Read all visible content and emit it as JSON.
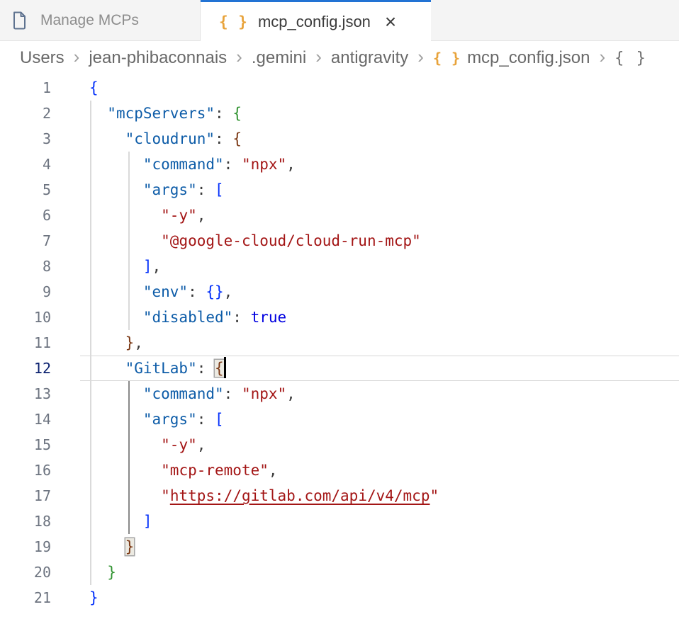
{
  "tabs": {
    "manage": {
      "label": "Manage MCPs",
      "icon": "file-outline-icon"
    },
    "active": {
      "label": "mcp_config.json",
      "icon_braces": "{ }",
      "close_glyph": "×"
    }
  },
  "breadcrumb": {
    "separator": "›",
    "items": [
      {
        "label": "Users"
      },
      {
        "label": "jean-phibaconnais"
      },
      {
        "label": ".gemini"
      },
      {
        "label": "antigravity"
      },
      {
        "label": "mcp_config.json",
        "braces_icon": "{ }"
      },
      {
        "symbol": "{ }"
      }
    ]
  },
  "colors": {
    "active_tab_accent": "#2273d4",
    "json_icon_orange": "#e8a33b",
    "key_blue": "#0d5ca8",
    "string_red": "#a31515",
    "keyword_blue": "#0000e0",
    "bracket_level1": "#0431fa",
    "bracket_level2": "#319331",
    "bracket_level3": "#7b3814",
    "active_line_number": "#0b216f"
  },
  "editor": {
    "active_line": 12,
    "lines": [
      {
        "n": 1,
        "indent": 0,
        "guides": [],
        "tokens": [
          {
            "c": "b1",
            "t": "{"
          }
        ]
      },
      {
        "n": 2,
        "indent": 2,
        "guides": [
          {
            "col": 0
          }
        ],
        "tokens": [
          {
            "c": "key",
            "t": "\"mcpServers\""
          },
          {
            "c": "punc",
            "t": ": "
          },
          {
            "c": "b2",
            "t": "{"
          }
        ]
      },
      {
        "n": 3,
        "indent": 4,
        "guides": [
          {
            "col": 0
          }
        ],
        "tokens": [
          {
            "c": "key",
            "t": "\"cloudrun\""
          },
          {
            "c": "punc",
            "t": ": "
          },
          {
            "c": "b3",
            "t": "{"
          }
        ]
      },
      {
        "n": 4,
        "indent": 6,
        "guides": [
          {
            "col": 0
          },
          {
            "col": 4
          }
        ],
        "tokens": [
          {
            "c": "key",
            "t": "\"command\""
          },
          {
            "c": "punc",
            "t": ": "
          },
          {
            "c": "str",
            "t": "\"npx\""
          },
          {
            "c": "punc",
            "t": ","
          }
        ]
      },
      {
        "n": 5,
        "indent": 6,
        "guides": [
          {
            "col": 0
          },
          {
            "col": 4
          }
        ],
        "tokens": [
          {
            "c": "key",
            "t": "\"args\""
          },
          {
            "c": "punc",
            "t": ": "
          },
          {
            "c": "b1",
            "t": "["
          }
        ]
      },
      {
        "n": 6,
        "indent": 8,
        "guides": [
          {
            "col": 0
          },
          {
            "col": 4
          }
        ],
        "tokens": [
          {
            "c": "str",
            "t": "\"-y\""
          },
          {
            "c": "punc",
            "t": ","
          }
        ]
      },
      {
        "n": 7,
        "indent": 8,
        "guides": [
          {
            "col": 0
          },
          {
            "col": 4
          }
        ],
        "tokens": [
          {
            "c": "str",
            "t": "\"@google-cloud/cloud-run-mcp\""
          }
        ]
      },
      {
        "n": 8,
        "indent": 6,
        "guides": [
          {
            "col": 0
          },
          {
            "col": 4
          }
        ],
        "tokens": [
          {
            "c": "b1",
            "t": "]"
          },
          {
            "c": "punc",
            "t": ","
          }
        ]
      },
      {
        "n": 9,
        "indent": 6,
        "guides": [
          {
            "col": 0
          },
          {
            "col": 4
          }
        ],
        "tokens": [
          {
            "c": "key",
            "t": "\"env\""
          },
          {
            "c": "punc",
            "t": ": "
          },
          {
            "c": "b1",
            "t": "{}"
          },
          {
            "c": "punc",
            "t": ","
          }
        ]
      },
      {
        "n": 10,
        "indent": 6,
        "guides": [
          {
            "col": 0
          },
          {
            "col": 4
          }
        ],
        "tokens": [
          {
            "c": "key",
            "t": "\"disabled\""
          },
          {
            "c": "punc",
            "t": ": "
          },
          {
            "c": "kw",
            "t": "true"
          }
        ]
      },
      {
        "n": 11,
        "indent": 4,
        "guides": [
          {
            "col": 0
          }
        ],
        "tokens": [
          {
            "c": "b3",
            "t": "}"
          },
          {
            "c": "punc",
            "t": ","
          }
        ]
      },
      {
        "n": 12,
        "indent": 4,
        "current": true,
        "guides": [
          {
            "col": 0
          }
        ],
        "tokens": [
          {
            "c": "key",
            "t": "\"GitLab\""
          },
          {
            "c": "punc",
            "t": ": "
          },
          {
            "c": "b3",
            "t": "{",
            "match": true
          },
          {
            "cursor": true
          }
        ]
      },
      {
        "n": 13,
        "indent": 6,
        "guides": [
          {
            "col": 0
          },
          {
            "col": 4,
            "active": true
          }
        ],
        "tokens": [
          {
            "c": "key",
            "t": "\"command\""
          },
          {
            "c": "punc",
            "t": ": "
          },
          {
            "c": "str",
            "t": "\"npx\""
          },
          {
            "c": "punc",
            "t": ","
          }
        ]
      },
      {
        "n": 14,
        "indent": 6,
        "guides": [
          {
            "col": 0
          },
          {
            "col": 4,
            "active": true
          }
        ],
        "tokens": [
          {
            "c": "key",
            "t": "\"args\""
          },
          {
            "c": "punc",
            "t": ": "
          },
          {
            "c": "b1",
            "t": "["
          }
        ]
      },
      {
        "n": 15,
        "indent": 8,
        "guides": [
          {
            "col": 0
          },
          {
            "col": 4,
            "active": true
          }
        ],
        "tokens": [
          {
            "c": "str",
            "t": "\"-y\""
          },
          {
            "c": "punc",
            "t": ","
          }
        ]
      },
      {
        "n": 16,
        "indent": 8,
        "guides": [
          {
            "col": 0
          },
          {
            "col": 4,
            "active": true
          }
        ],
        "tokens": [
          {
            "c": "str",
            "t": "\"mcp-remote\""
          },
          {
            "c": "punc",
            "t": ","
          }
        ]
      },
      {
        "n": 17,
        "indent": 8,
        "guides": [
          {
            "col": 0
          },
          {
            "col": 4,
            "active": true
          }
        ],
        "tokens": [
          {
            "c": "str",
            "t": "\""
          },
          {
            "c": "url",
            "t": "https://gitlab.com/api/v4/mcp"
          },
          {
            "c": "str",
            "t": "\""
          }
        ]
      },
      {
        "n": 18,
        "indent": 6,
        "guides": [
          {
            "col": 0
          },
          {
            "col": 4,
            "active": true
          }
        ],
        "tokens": [
          {
            "c": "b1",
            "t": "]"
          }
        ]
      },
      {
        "n": 19,
        "indent": 4,
        "guides": [
          {
            "col": 0
          }
        ],
        "tokens": [
          {
            "c": "b3",
            "t": "}",
            "match": true
          }
        ]
      },
      {
        "n": 20,
        "indent": 2,
        "guides": [
          {
            "col": 0
          }
        ],
        "tokens": [
          {
            "c": "b2",
            "t": "}"
          }
        ]
      },
      {
        "n": 21,
        "indent": 0,
        "guides": [],
        "tokens": [
          {
            "c": "b1",
            "t": "}"
          }
        ]
      }
    ]
  }
}
